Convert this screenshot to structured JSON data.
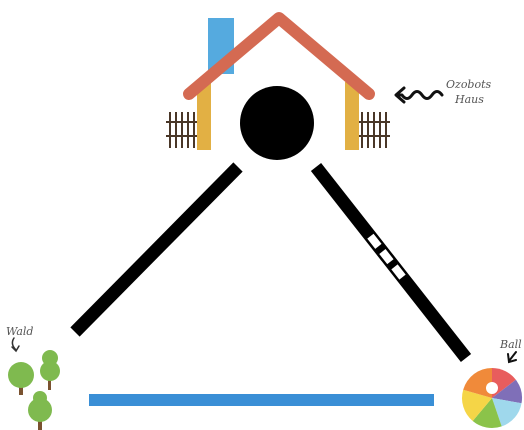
{
  "labels": {
    "house_label_line1": "Ozobots",
    "house_label_line2": "Haus",
    "forest_label": "Wald",
    "ball_label": "Ball"
  },
  "icons": {
    "house": "house-icon",
    "start_dot": "black-circle-icon",
    "trees": "tree-icon",
    "ball": "beach-ball-icon",
    "arrows": "squiggle-arrow-icon"
  },
  "colors": {
    "track": "#000000",
    "blue_track": "#3a8fd6",
    "roof": "#d46a52",
    "chimney": "#55aadf",
    "wall": "#e2b044",
    "fence": "#4a3728",
    "tree_green": "#7fba4f",
    "trunk": "#7a5230"
  },
  "ball_colors": [
    "#f08a3a",
    "#e85d5d",
    "#7f6fb8",
    "#9fd8ec",
    "#8bc34a",
    "#f5d547"
  ]
}
